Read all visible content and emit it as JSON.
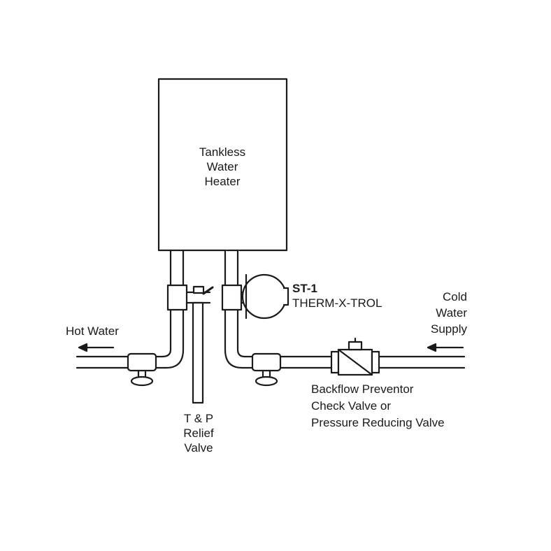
{
  "heater": {
    "line1": "Tankless",
    "line2": "Water",
    "line3": "Heater"
  },
  "st1": {
    "code": "ST-1",
    "name": "THERM-X-TROL"
  },
  "cold": {
    "line1": "Cold",
    "line2": "Water",
    "line3": "Supply"
  },
  "hot": {
    "label": "Hot Water"
  },
  "relief": {
    "line1": "T & P",
    "line2": "Relief",
    "line3": "Valve"
  },
  "backflow": {
    "line1": "Backflow Preventor",
    "line2": "Check Valve or",
    "line3": "Pressure Reducing Valve"
  },
  "colors": {
    "stroke": "#1a1a1a",
    "background": "#ffffff"
  }
}
